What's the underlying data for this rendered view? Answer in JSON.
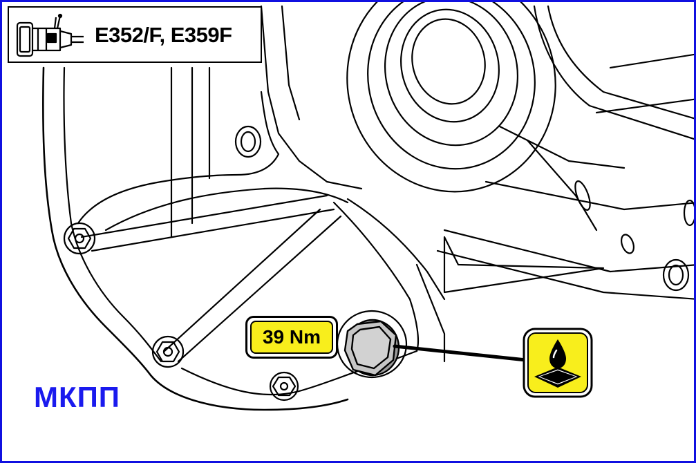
{
  "header": {
    "models": "E352/F, E359F",
    "icon": "gearbox-icon"
  },
  "callout": {
    "torque": "39 Nm",
    "icon": "bolt-icon"
  },
  "oil_symbol": {
    "icon": "oil-drop-icon",
    "fill_color": "#f8ee1c"
  },
  "label": {
    "type": "МКПП",
    "color": "#1a1aee"
  },
  "frame": {
    "border_color": "#1010e0"
  }
}
